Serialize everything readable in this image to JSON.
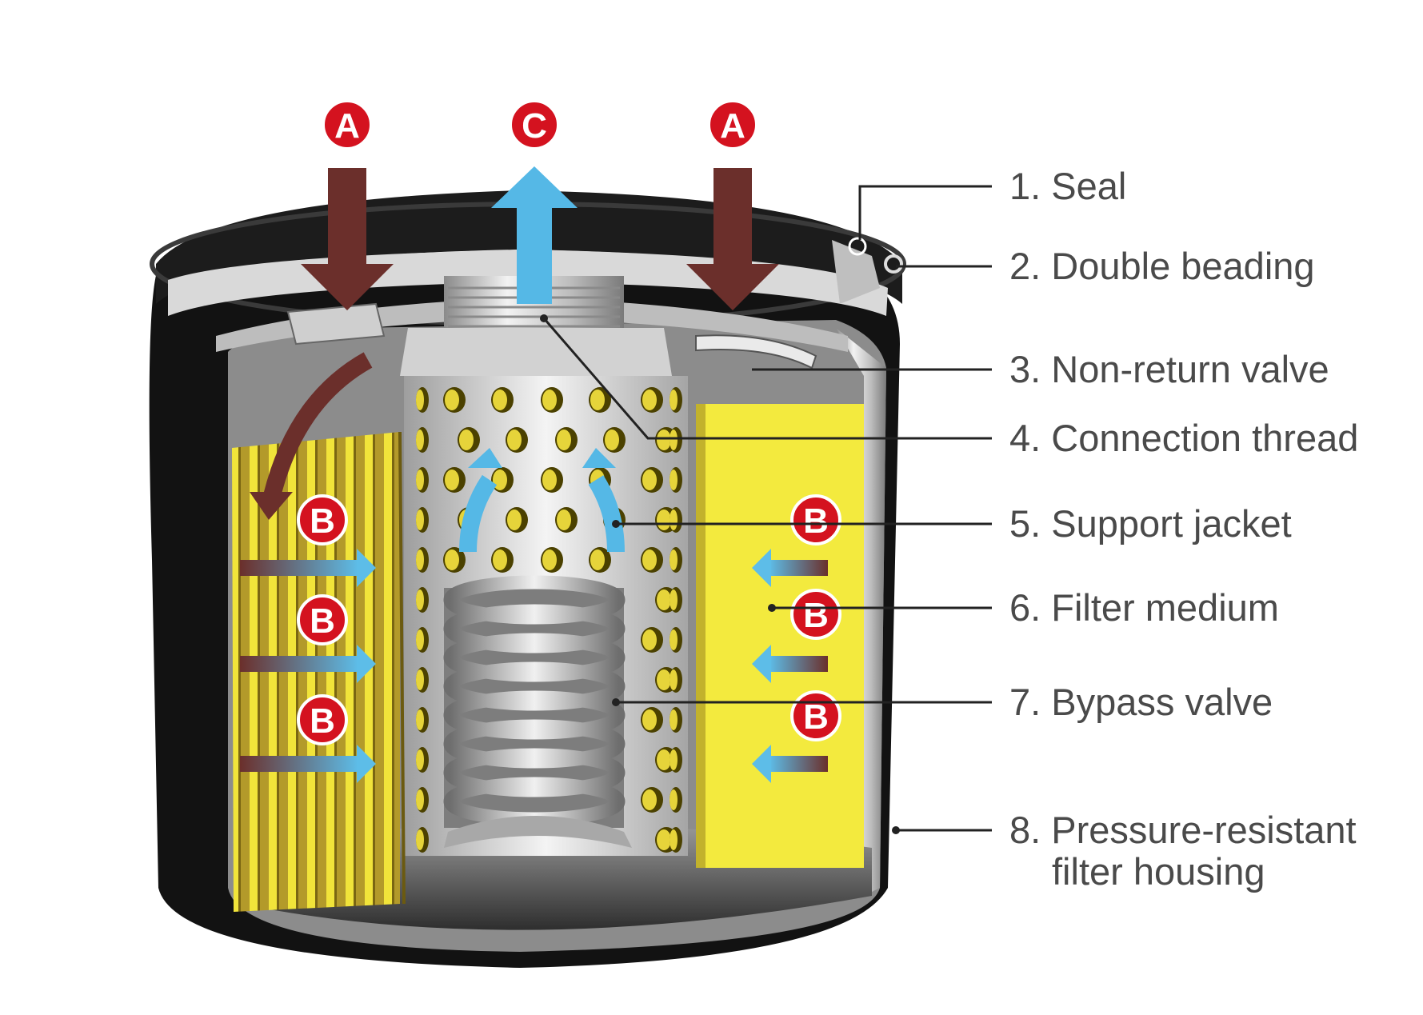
{
  "labels": [
    {
      "num": "1.",
      "text": "Seal"
    },
    {
      "num": "2.",
      "text": "Double beading"
    },
    {
      "num": "3.",
      "text": "Non-return valve"
    },
    {
      "num": "4.",
      "text": "Connection thread"
    },
    {
      "num": "5.",
      "text": "Support jacket"
    },
    {
      "num": "6.",
      "text": "Filter medium"
    },
    {
      "num": "7.",
      "text": "Bypass valve"
    },
    {
      "num": "8.",
      "text": "Pressure-resistant",
      "text2": "filter housing"
    }
  ],
  "markers": {
    "inlet": "A",
    "outlet": "C",
    "flow": "B"
  },
  "colors": {
    "badge": "#d4121f",
    "inlet_arrow": "#6b2f2b",
    "outlet_arrow": "#55b8e6",
    "filter_yellow": "#f1e43a",
    "filter_dark": "#9c8420",
    "metal": "#cfcfcf",
    "housing": "#111111"
  }
}
